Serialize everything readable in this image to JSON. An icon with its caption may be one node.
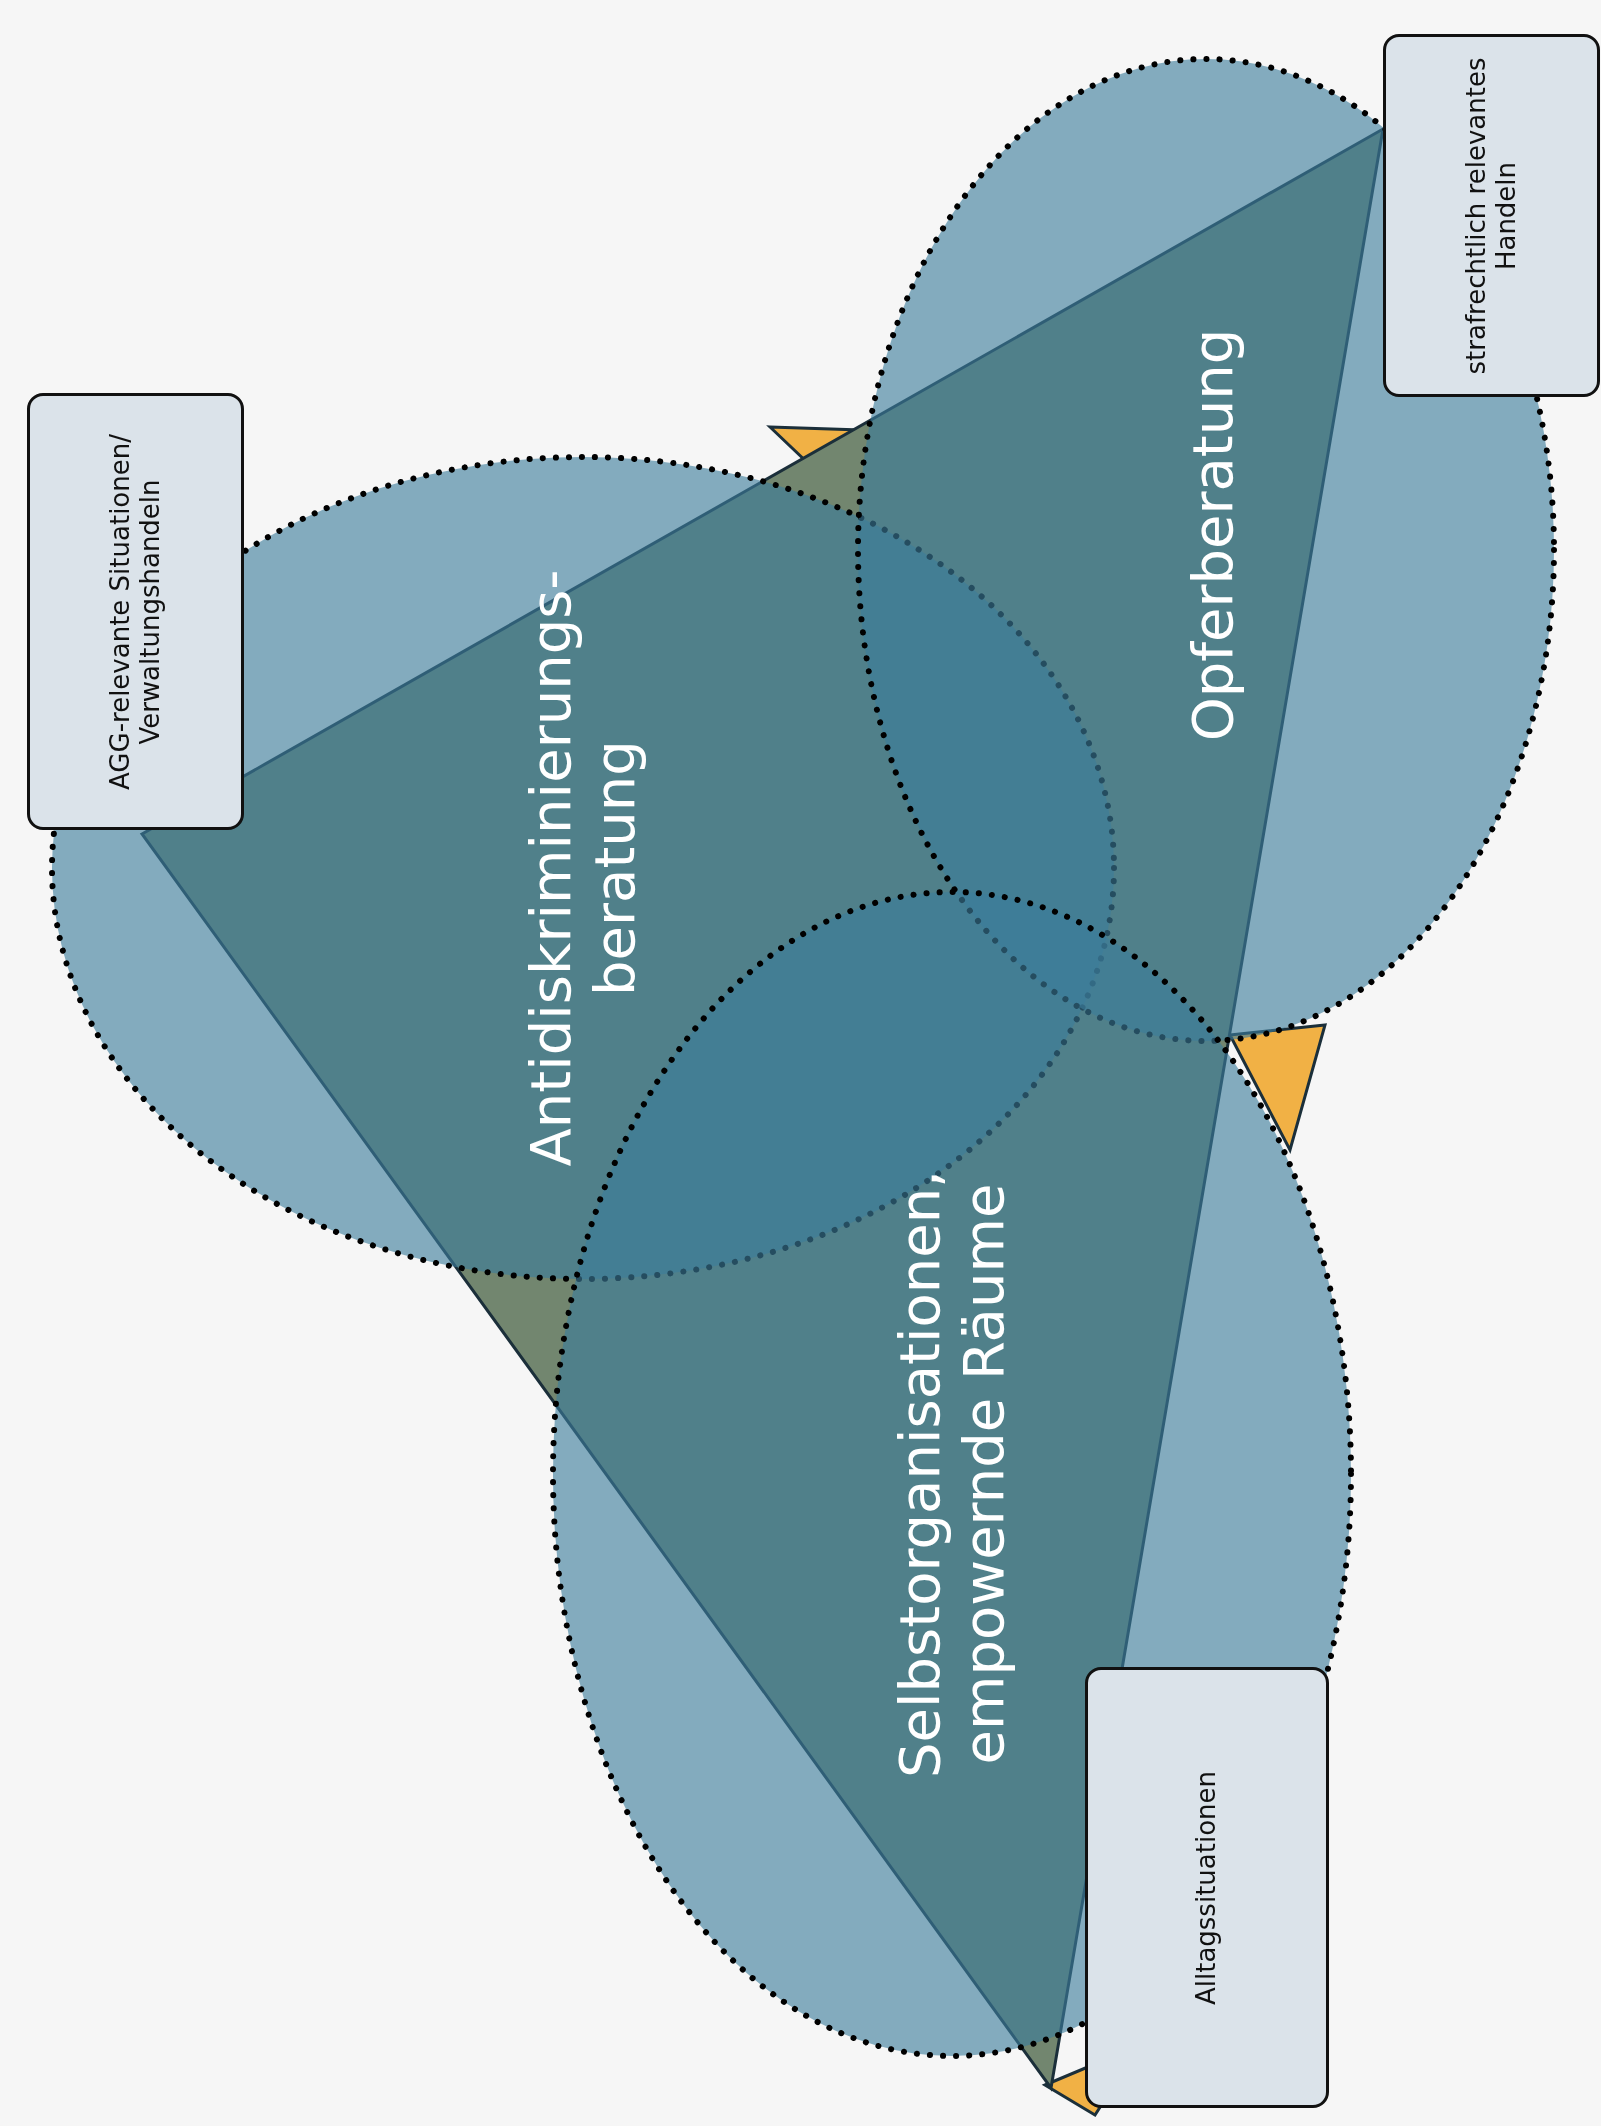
{
  "diagram": {
    "nodes": [
      {
        "text": [
          "AGG-relevante Situationen/ Verwaltungshandeln"
        ]
      },
      {
        "text": [
          "Antidiskriminierungs- beratung"
        ]
      },
      {
        "text": [
          "strafrechtlich relevantes Handeln"
        ]
      },
      {
        "text": [
          "Opferberatung"
        ]
      },
      {
        "text": [
          "Selbstorganisationen, empowernde Räume"
        ]
      },
      {
        "text": [
          "Alltagssituationen"
        ]
      }
    ]
  }
}
